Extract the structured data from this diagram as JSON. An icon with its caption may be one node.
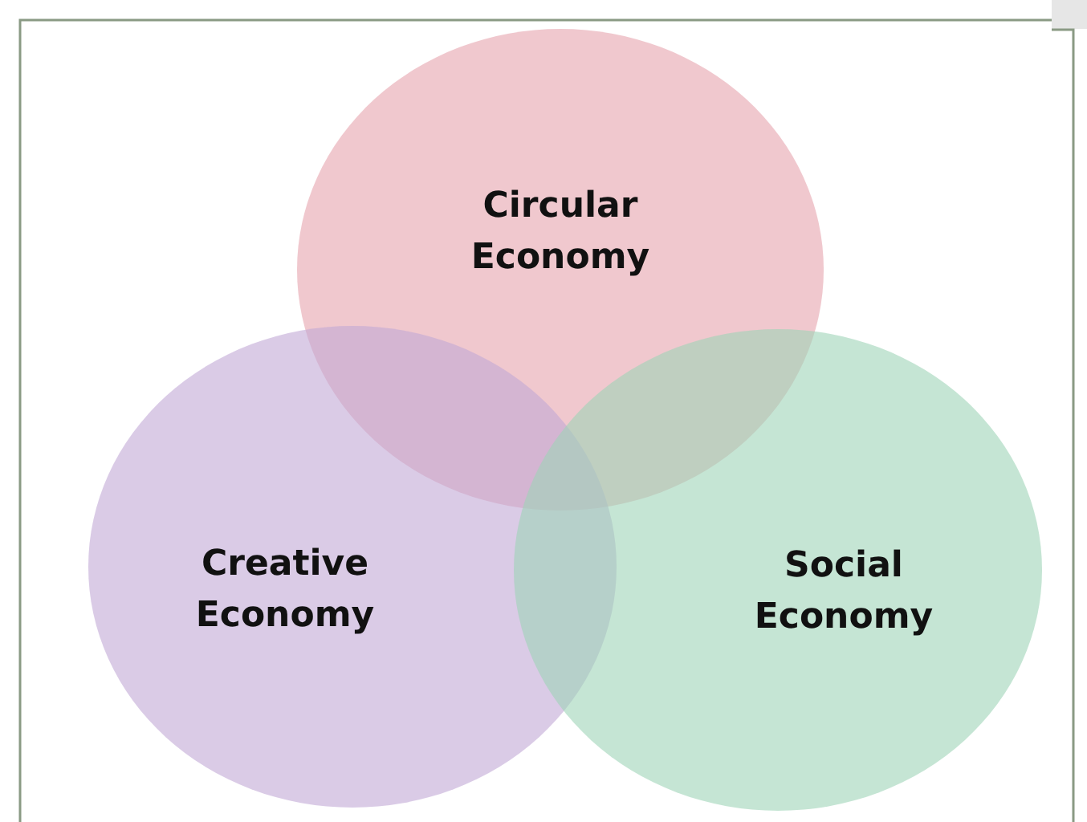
{
  "diagram": {
    "nodes": [
      {
        "text": [
          "Circular Economy"
        ]
      },
      {
        "text": [
          "Creative Economy"
        ]
      },
      {
        "text": [
          "Social Economy"
        ]
      }
    ]
  }
}
